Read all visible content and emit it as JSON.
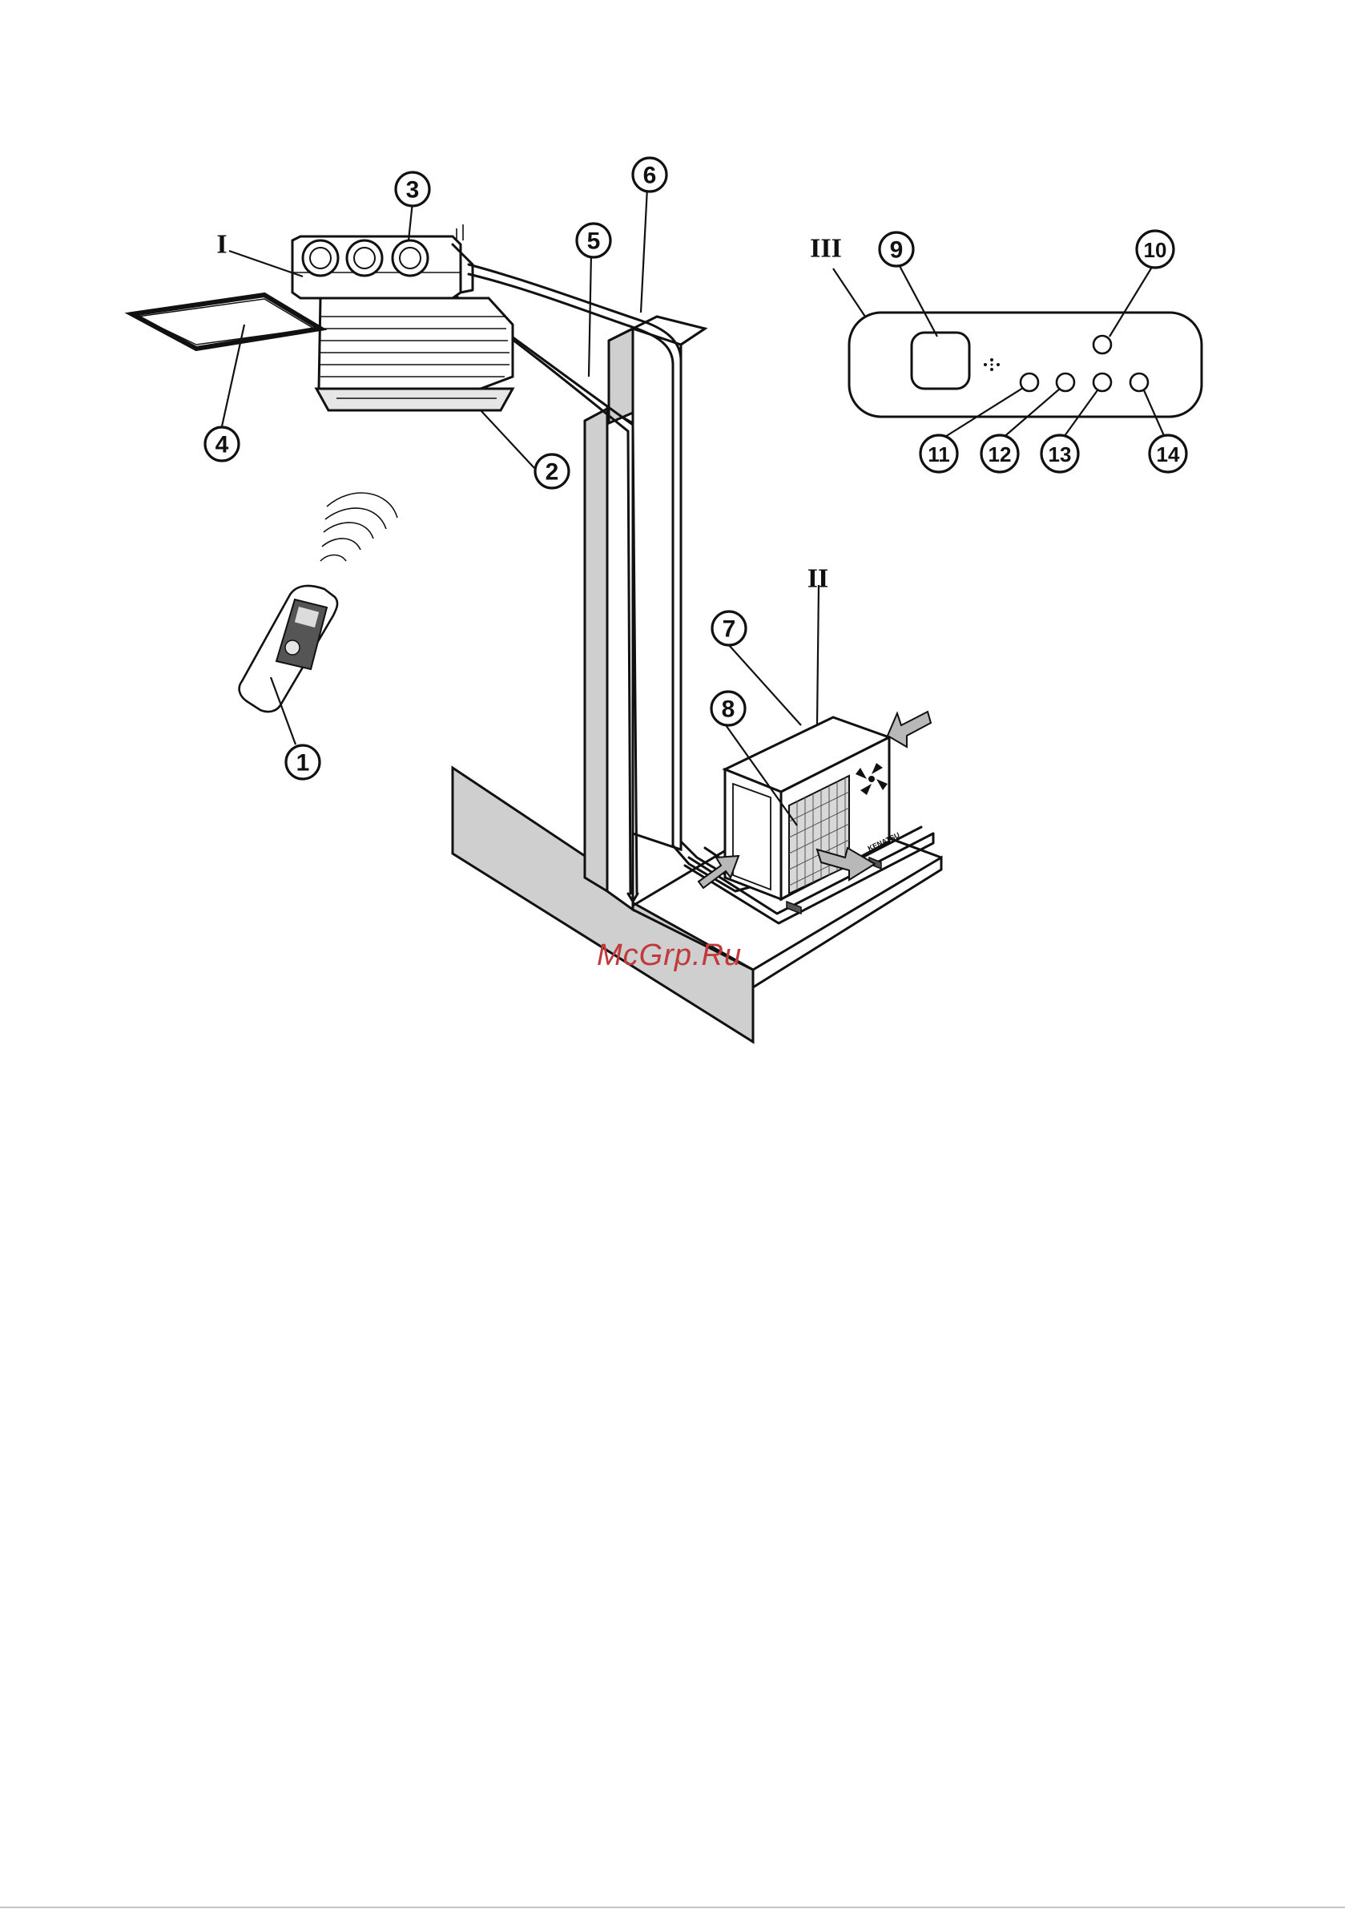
{
  "callouts": {
    "c1": "1",
    "c2": "2",
    "c3": "3",
    "c4": "4",
    "c5": "5",
    "c6": "6",
    "c7": "7",
    "c8": "8",
    "c9": "9",
    "c10": "10",
    "c11": "11",
    "c12": "12",
    "c13": "13",
    "c14": "14"
  },
  "units": {
    "indoor": "I",
    "outdoor": "II",
    "panel": "III"
  },
  "watermark": "McGrp.Ru",
  "icons": {
    "remote": "remote-control-icon",
    "indoor": "cassette-indoor-unit-icon",
    "outdoor": "outdoor-unit-icon",
    "airflow": "airflow-arrow-icon"
  },
  "colors": {
    "line": "#111111",
    "wall_shade": "#cfcfcf",
    "arrow_fill": "#b8b8b8",
    "watermark": "#c0393b"
  }
}
